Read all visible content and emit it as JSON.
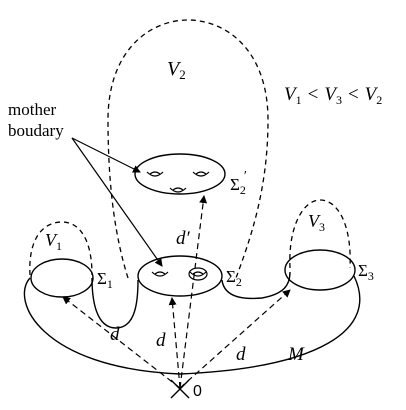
{
  "diagram": {
    "labels": {
      "v2": "V",
      "v2_sub": "2",
      "v1": "V",
      "v1_sub": "1",
      "v3": "V",
      "v3_sub": "3",
      "mother_line1": "mother",
      "mother_line2": "boudary",
      "sigma1": "Σ",
      "sigma1_sub": "1",
      "sigma2": "Σ",
      "sigma2_sub": "2",
      "sigma2p": "Σ",
      "sigma2p_sub": "2",
      "sigma2p_prime": "′",
      "sigma3": "Σ",
      "sigma3_sub": "3",
      "d_left": "d",
      "d_mid": "d",
      "d_right": "d",
      "d_prime": "d′",
      "m": "M",
      "origin": "0"
    },
    "inequality": {
      "a": "V",
      "a_sub": "1",
      "lt1": "<",
      "b": "V",
      "b_sub": "3",
      "lt2": "<",
      "c": "V",
      "c_sub": "2"
    }
  }
}
